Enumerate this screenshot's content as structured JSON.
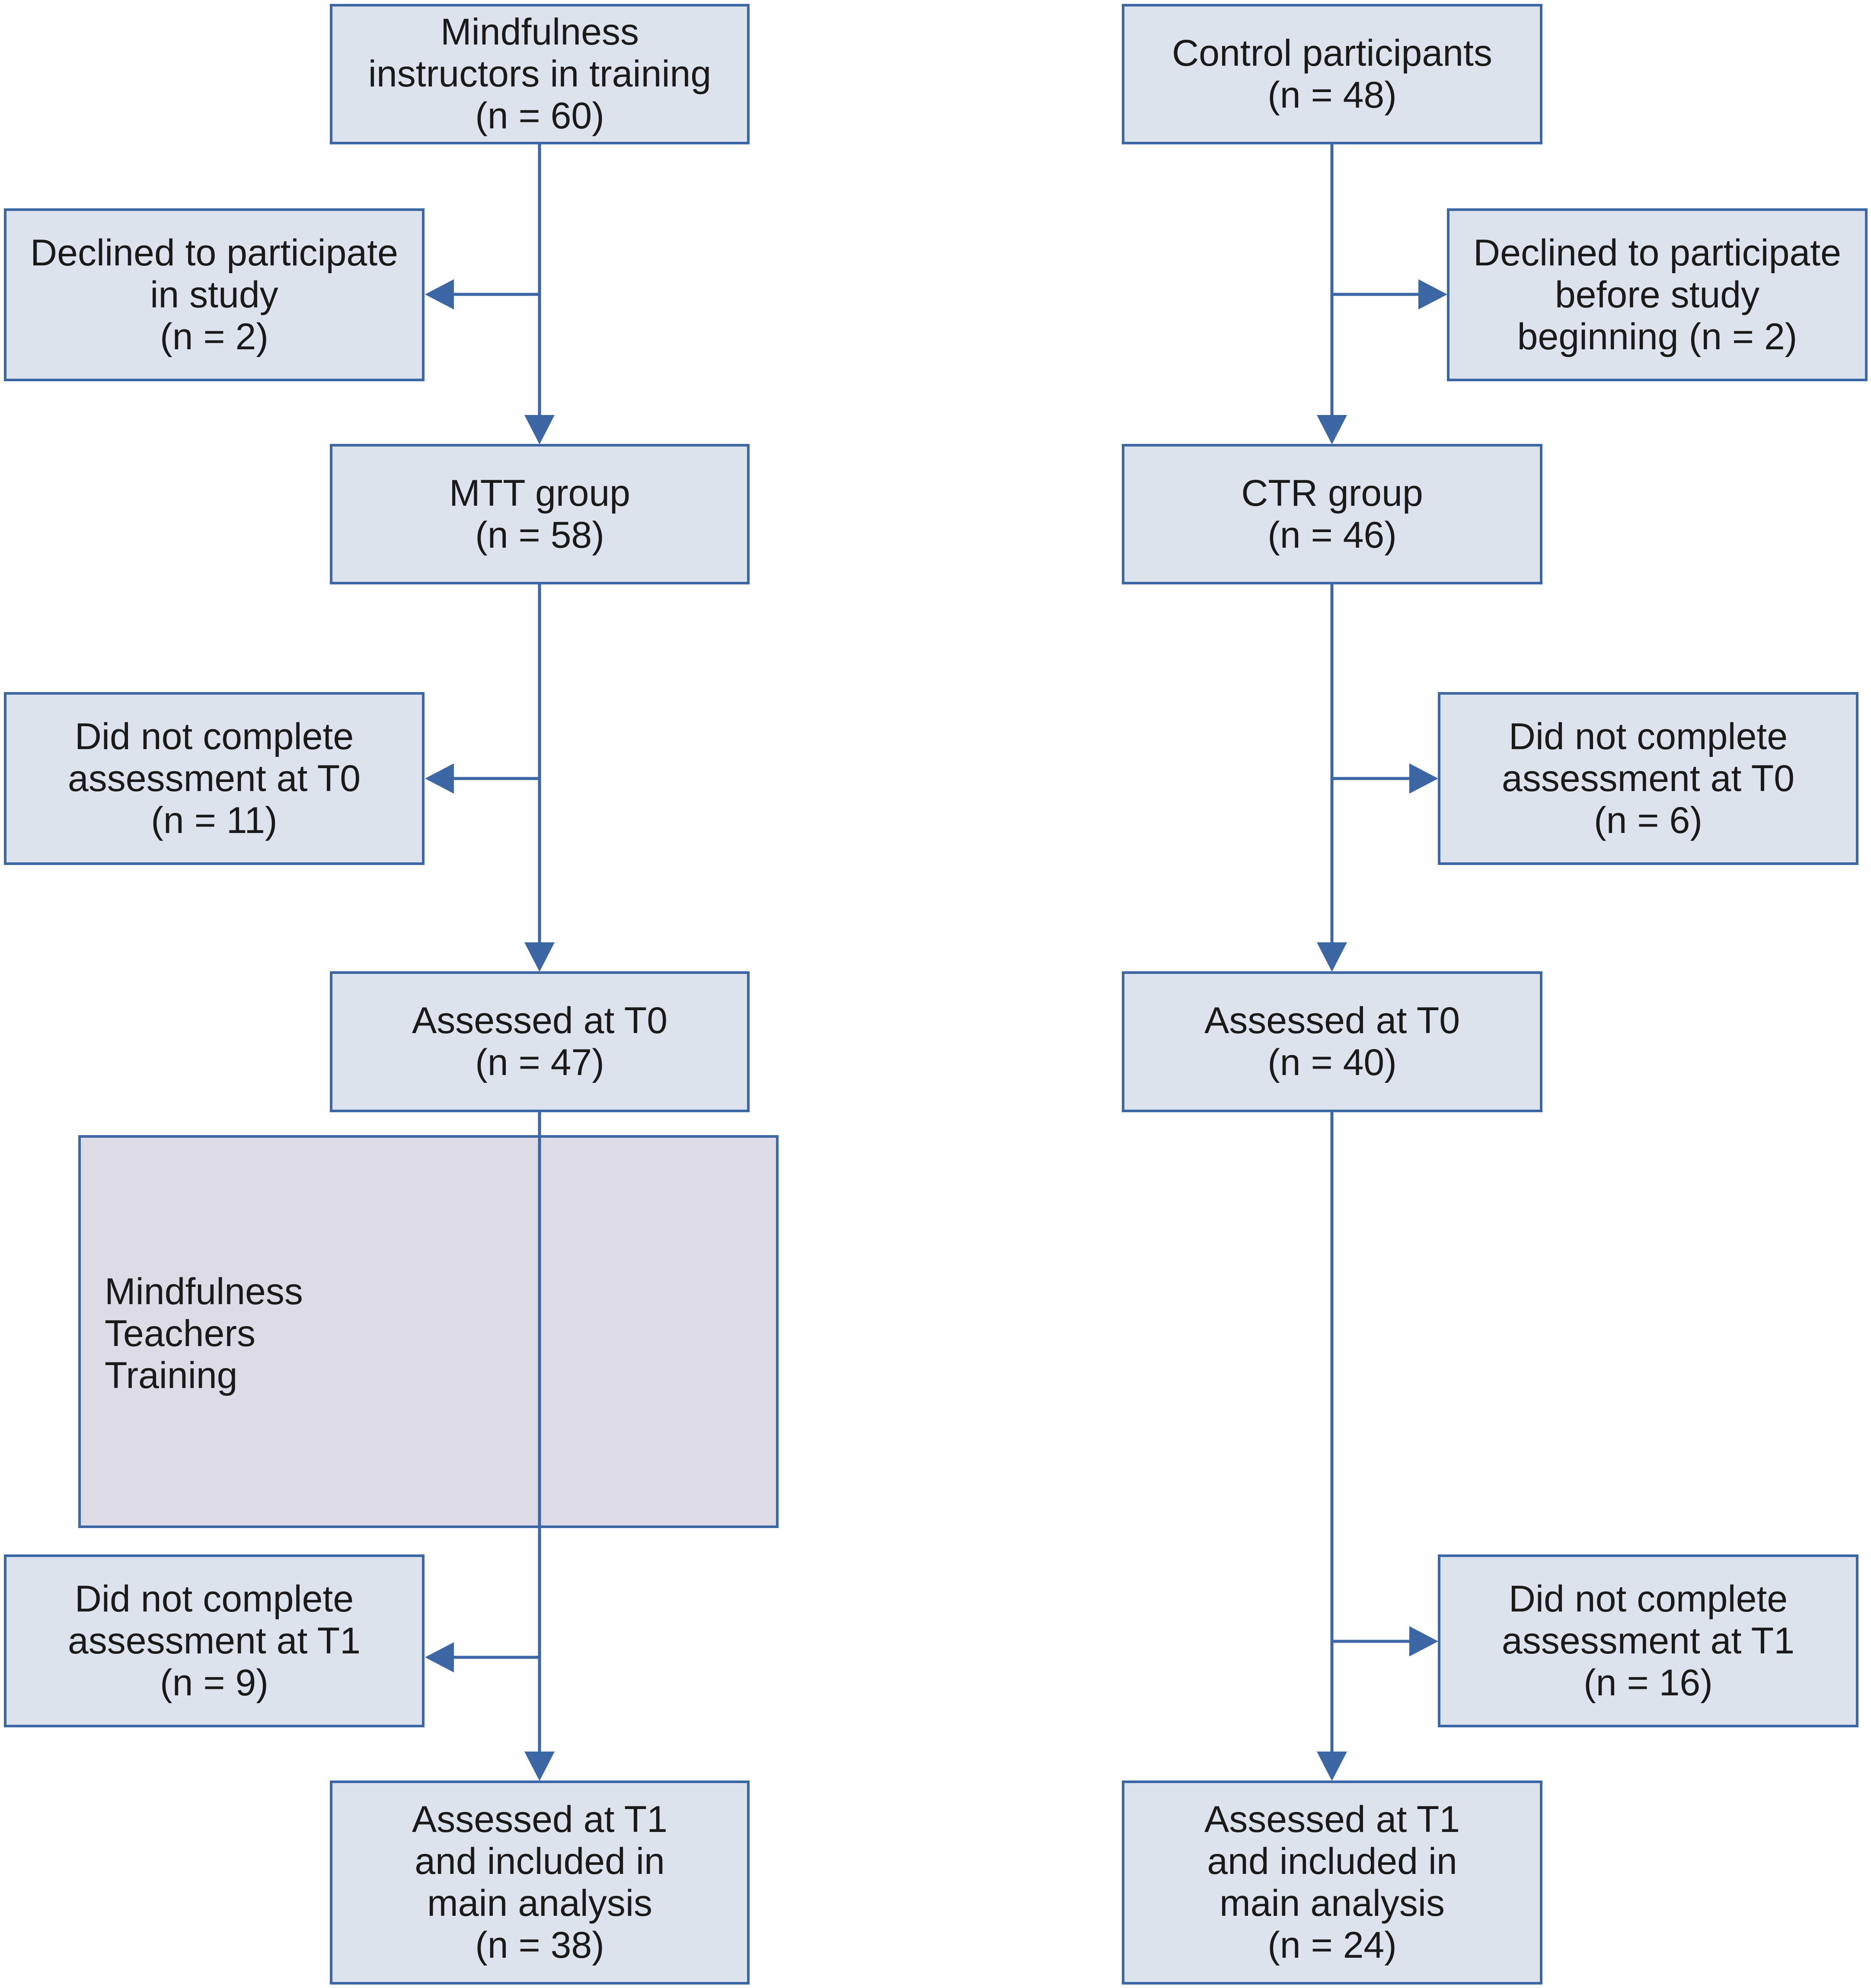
{
  "colors": {
    "box_fill": "#dce3ed",
    "box_border": "#3c66a4",
    "region_fill": "#dcdbe6",
    "arrow": "#3c66a4"
  },
  "mtt": {
    "start": "Mindfulness\ninstructors in training\n(n = 60)",
    "declined": "Declined to participate\nin study\n(n = 2)",
    "group": "MTT group\n(n = 58)",
    "incomplete_t0": "Did not complete\nassessment at T0\n(n = 11)",
    "assessed_t0": "Assessed at T0\n(n = 47)",
    "training": "Mindfulness\nTeachers\nTraining",
    "incomplete_t1": "Did not complete\nassessment at T1\n(n = 9)",
    "assessed_t1": "Assessed at T1\nand included in\nmain analysis\n(n = 38)"
  },
  "ctr": {
    "start": "Control participants\n(n = 48)",
    "declined": "Declined to participate\nbefore study\nbeginning (n = 2)",
    "group": "CTR group\n(n = 46)",
    "incomplete_t0": "Did not complete\nassessment at T0\n(n = 6)",
    "assessed_t0": "Assessed at T0\n(n = 40)",
    "incomplete_t1": "Did not complete\nassessment at T1\n(n = 16)",
    "assessed_t1": "Assessed at T1\nand included in\nmain analysis\n(n = 24)"
  }
}
